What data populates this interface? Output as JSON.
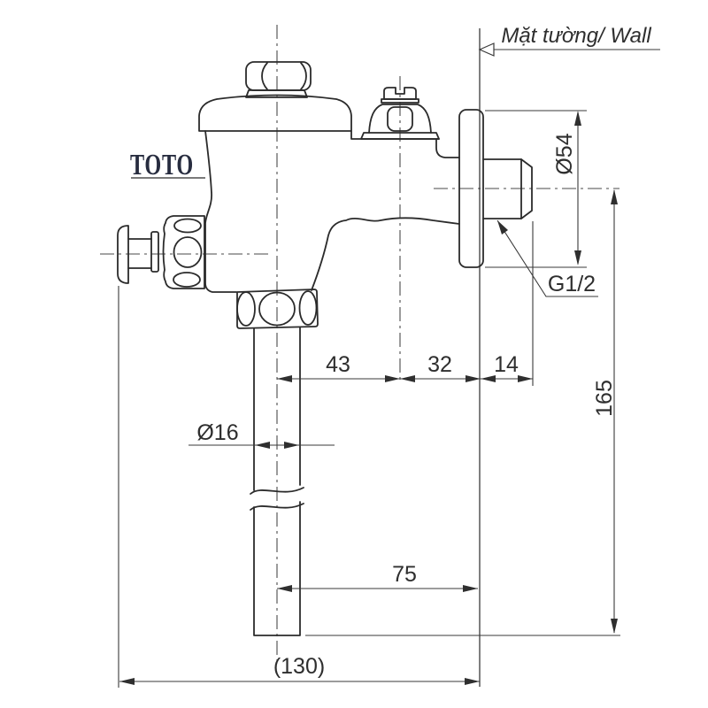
{
  "brand": {
    "logo_text": "TOTO",
    "color": "#272c3f"
  },
  "labels": {
    "wall": "Mặt tường/ Wall",
    "thread_size": "G1/2"
  },
  "dimensions": {
    "pipe_center_to_screw": "43",
    "screw_to_wall": "32",
    "wall_to_thread_end": "14",
    "center_to_outlet_height": "165",
    "flange_diameter": "Ø54",
    "outlet_pipe_diameter": "Ø16",
    "outlet_center_to_wall": "75",
    "overall_projection": "(130)"
  },
  "colors": {
    "outline": "#2b2b2b",
    "dimension_line": "#3a3a3a",
    "centerline": "#4a4a4a",
    "background": "#ffffff"
  }
}
